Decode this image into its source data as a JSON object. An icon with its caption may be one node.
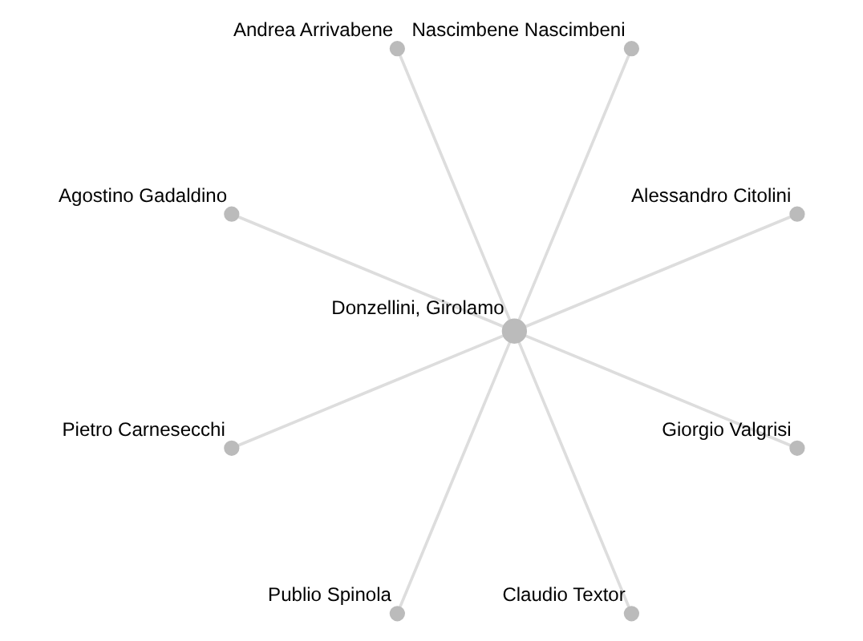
{
  "diagram": {
    "nodes": [
      {
        "text": [
          "Alessandro Citolini"
        ]
      },
      {
        "text": [
          "Nascimbene Nascimbeni"
        ]
      },
      {
        "text": [
          "Andrea Arrivabene"
        ]
      },
      {
        "text": [
          "Agostino Gadaldino"
        ]
      },
      {
        "text": [
          "Donzellini, Girolamo"
        ]
      },
      {
        "text": [
          "Pietro Carnesecchi"
        ]
      },
      {
        "text": [
          "Publio Spinola"
        ]
      },
      {
        "text": [
          "Claudio Textor"
        ]
      },
      {
        "text": [
          "Giorgio Valgrisi"
        ]
      }
    ],
    "edges": [
      {
        "from": 4,
        "to": 0,
        "arrow": "none"
      },
      {
        "from": 4,
        "to": 1,
        "arrow": "none"
      },
      {
        "from": 4,
        "to": 2,
        "arrow": "none"
      },
      {
        "from": 4,
        "to": 3,
        "arrow": "none"
      },
      {
        "from": 4,
        "to": 5,
        "arrow": "none"
      },
      {
        "from": 4,
        "to": 6,
        "arrow": "none"
      },
      {
        "from": 4,
        "to": 7,
        "arrow": "none"
      },
      {
        "from": 4,
        "to": 8,
        "arrow": "none"
      }
    ]
  }
}
